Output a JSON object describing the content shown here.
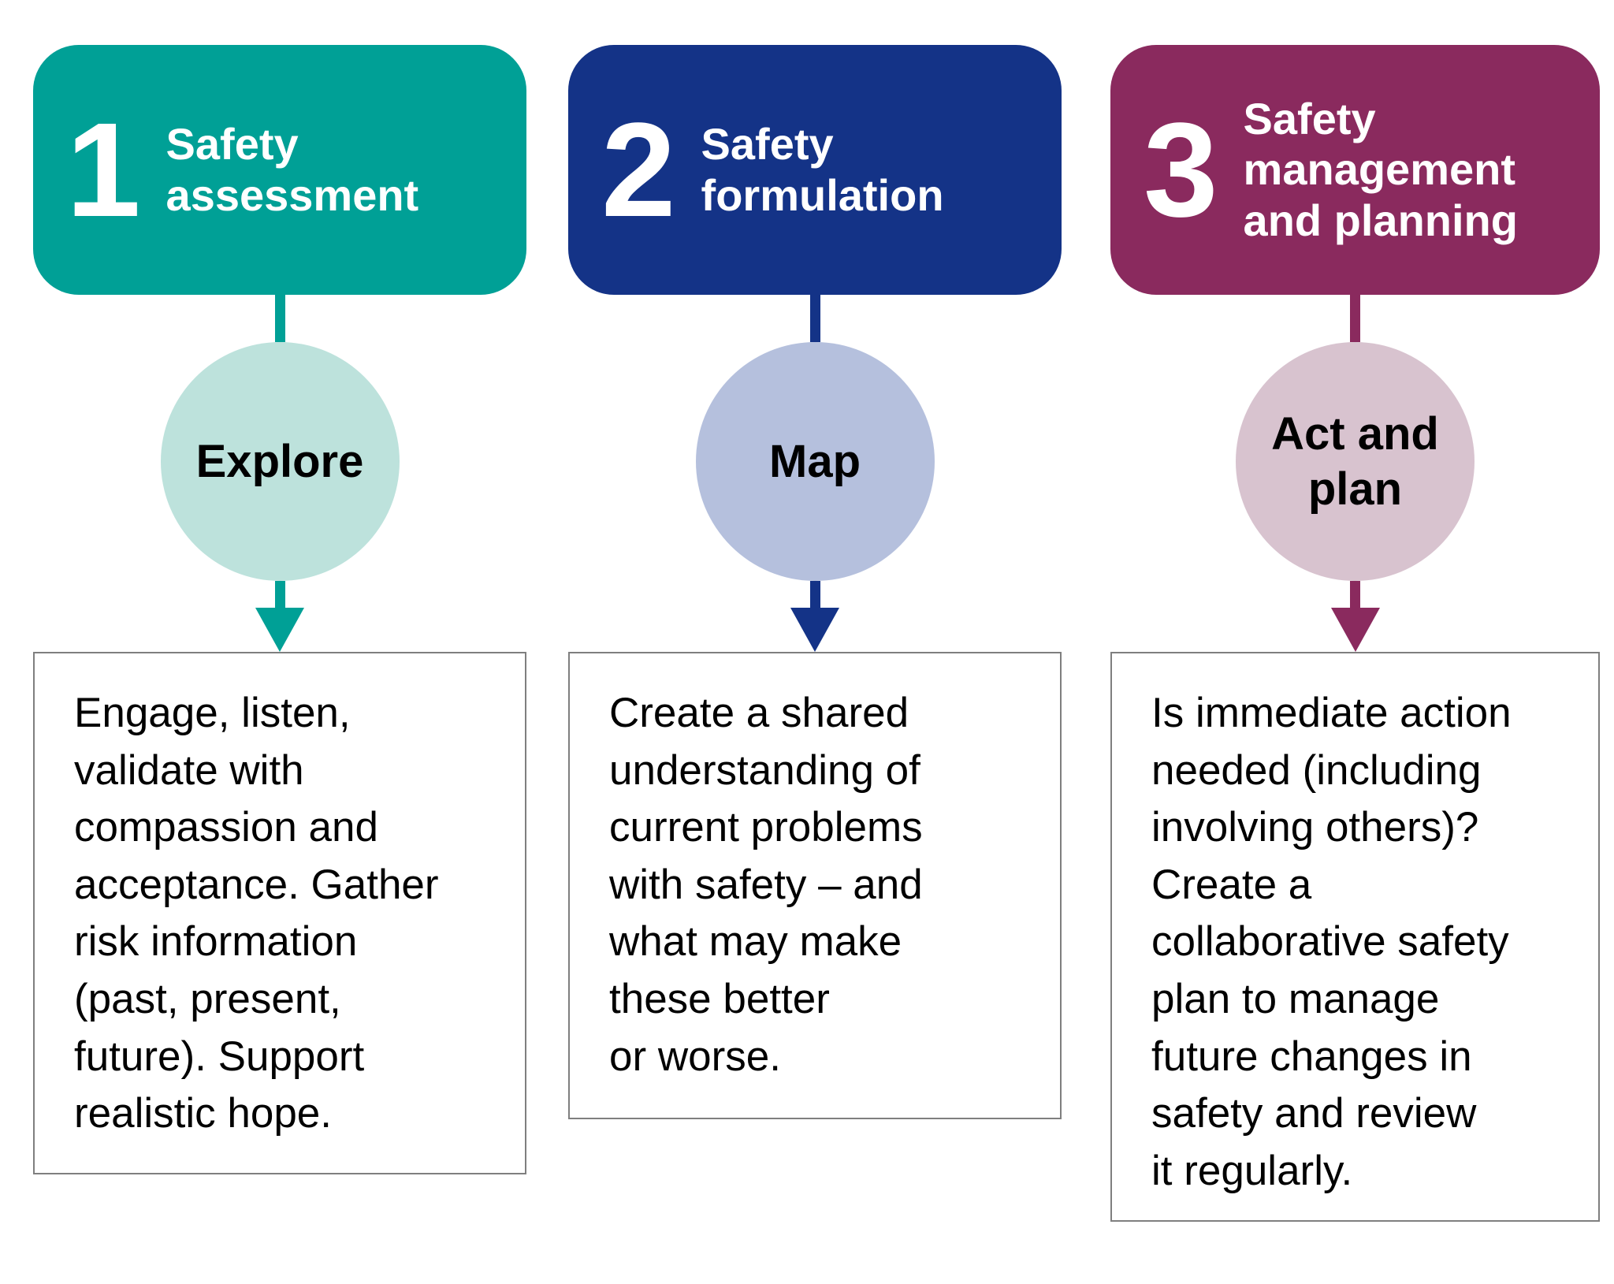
{
  "diagram": {
    "background": "#FFFFFF",
    "box_border_color": "#7F7F7F",
    "header_text_color": "#FFFFFF",
    "body_text_color": "#000000"
  },
  "steps": [
    {
      "number": "1",
      "title": "Safety\nassessment",
      "circle_label": "Explore",
      "description": "Engage, listen,\nvalidate with\ncompassion and\nacceptance. Gather\nrisk information\n(past, present,\nfuture). Support\nrealistic hope.",
      "colors": {
        "header_bg": "#00A096",
        "circle_bg": "#BDE2DC",
        "accent": "#00A096"
      }
    },
    {
      "number": "2",
      "title": "Safety\nformulation",
      "circle_label": "Map",
      "description": "Create a shared\nunderstanding of\ncurrent problems\nwith safety – and\nwhat may make\nthese better\nor worse.",
      "colors": {
        "header_bg": "#143387",
        "circle_bg": "#B5C0DD",
        "accent": "#143387"
      }
    },
    {
      "number": "3",
      "title": "Safety\nmanagement\nand planning",
      "circle_label": "Act and\nplan",
      "description": "Is immediate action\nneeded (including\ninvolving others)?\nCreate a\ncollaborative safety\nplan to manage\nfuture changes in\nsafety and review\nit regularly.",
      "colors": {
        "header_bg": "#8A2A5E",
        "circle_bg": "#D8C3CF",
        "accent": "#8A2A5E"
      }
    }
  ]
}
